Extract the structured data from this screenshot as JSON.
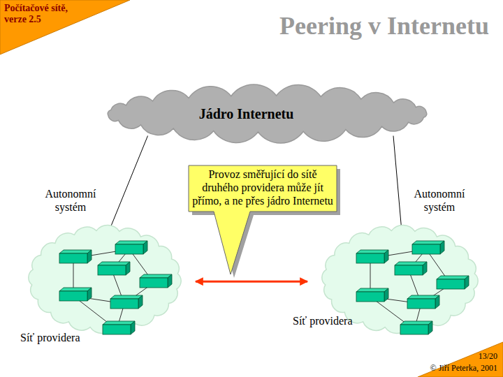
{
  "diagram": {
    "title": "Peering v Internetu",
    "nodes": [
      {
        "text": [
          "Jádro Internetu"
        ]
      },
      {
        "text": [
          "Provoz směřující do sítě druhého providera může jít přímo, a ne přes jádro Internetu"
        ]
      },
      {
        "text": [
          "Autonomní systém",
          "Síť providera"
        ]
      },
      {
        "text": [
          "Autonomní systém",
          "Síť providera"
        ]
      }
    ],
    "edges": [
      {
        "from": 0,
        "to": 2,
        "arrow": "none"
      },
      {
        "from": 0,
        "to": 3,
        "arrow": "none"
      },
      {
        "from": 2,
        "to": 3,
        "arrow": "both"
      }
    ],
    "labels": [
      "Počítačové sítě, verze 2.5",
      "13/20",
      "© Jiří Peterka, 2001"
    ]
  }
}
